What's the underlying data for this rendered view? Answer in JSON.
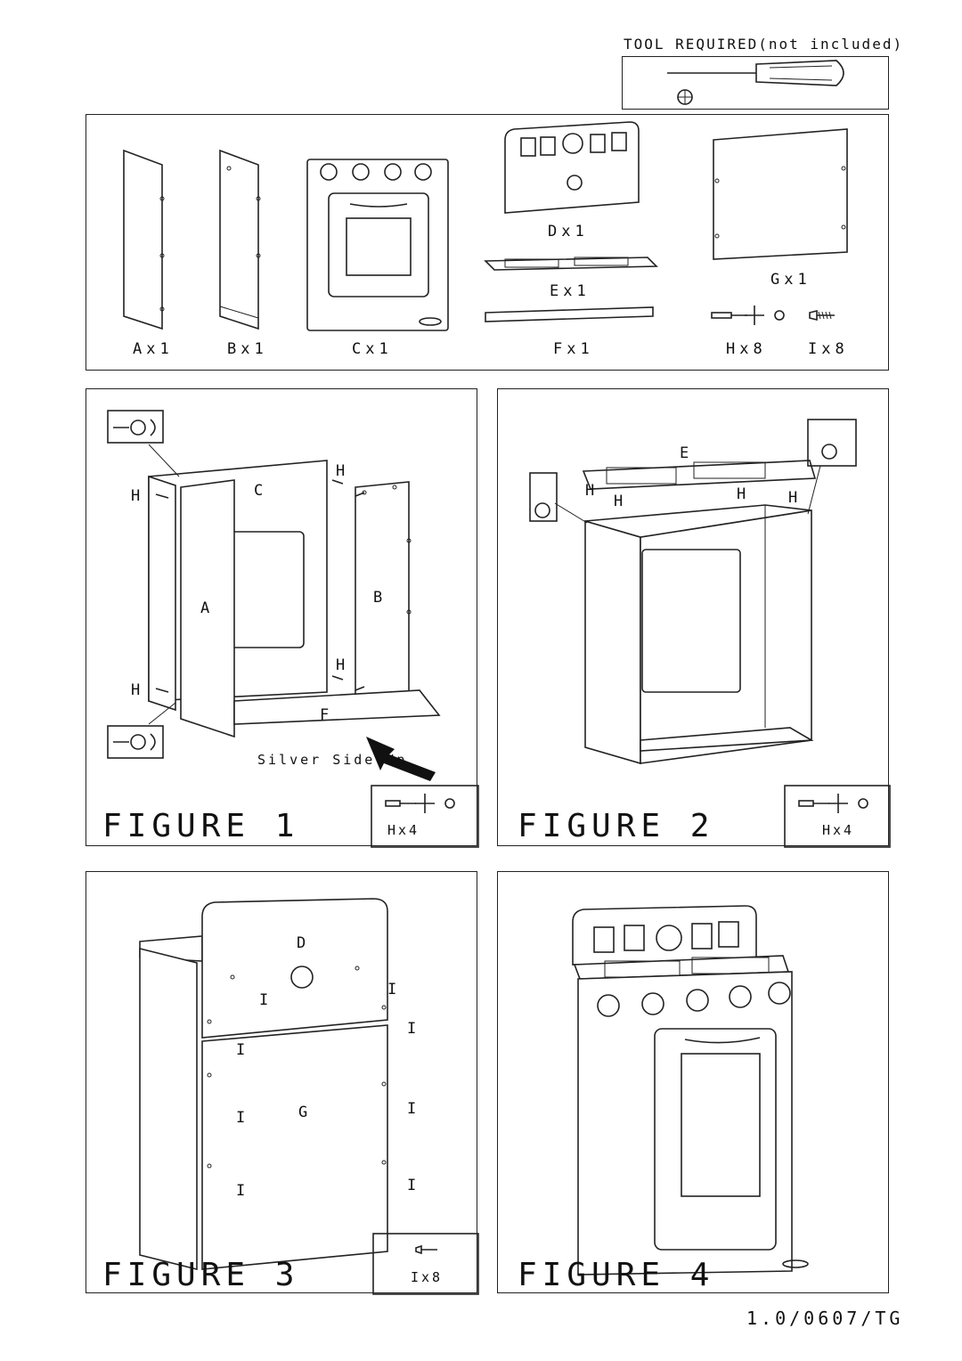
{
  "tool": {
    "label": "TOOL REQUIRED(not included)",
    "icon": "phillips-screwdriver"
  },
  "parts": [
    {
      "id": "A",
      "label": "Ax1"
    },
    {
      "id": "B",
      "label": "Bx1"
    },
    {
      "id": "C",
      "label": "Cx1"
    },
    {
      "id": "D",
      "label": "Dx1"
    },
    {
      "id": "E",
      "label": "Ex1"
    },
    {
      "id": "F",
      "label": "Fx1"
    },
    {
      "id": "G",
      "label": "Gx1"
    },
    {
      "id": "H",
      "label": "Hx8"
    },
    {
      "id": "I",
      "label": "Ix8"
    }
  ],
  "figure1": {
    "title": "FIGURE 1",
    "hardware": "Hx4",
    "note": "Silver Side Up",
    "letters": {
      "a": "A",
      "b": "B",
      "c": "C",
      "f": "F",
      "h": "H"
    }
  },
  "figure2": {
    "title": "FIGURE 2",
    "hardware": "Hx4",
    "letters": {
      "e": "E",
      "h": "H"
    }
  },
  "figure3": {
    "title": "FIGURE 3",
    "hardware": "Ix8",
    "letters": {
      "d": "D",
      "g": "G",
      "i": "I"
    }
  },
  "figure4": {
    "title": "FIGURE 4"
  },
  "version": "1.0/0607/TG"
}
